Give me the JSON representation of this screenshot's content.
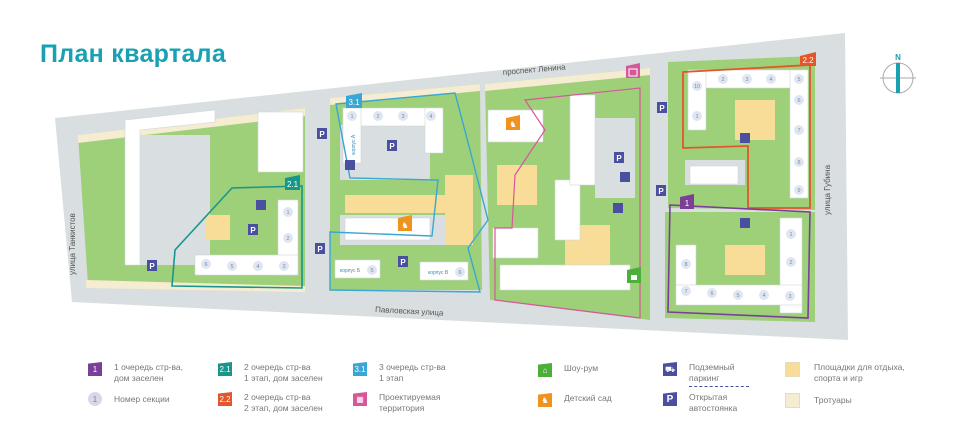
{
  "title": "План квартала",
  "compass": {
    "label": "N"
  },
  "streets": {
    "top": "проспект Ленина",
    "bottom": "Павловская улица",
    "left": "улица Танкистов",
    "right": "улица Губина"
  },
  "badges": {
    "q1": "1",
    "q21": "2.1",
    "q22": "2.2",
    "q31": "3.1"
  },
  "parking_label": "P",
  "sections": {
    "q22": [
      "1",
      "2",
      "3",
      "4",
      "5",
      "6",
      "7",
      "8",
      "9",
      "10"
    ],
    "q21": [
      "1",
      "2",
      "3",
      "4",
      "5",
      "6"
    ],
    "q31": [
      "1",
      "2",
      "3",
      "4"
    ],
    "q1": [
      "1",
      "2",
      "3",
      "4",
      "5",
      "6",
      "7",
      "8"
    ],
    "q31_bottom": [
      "5",
      "6"
    ]
  },
  "korpus": {
    "a": "корпус А",
    "b": "корпус Б",
    "v": "корпус В"
  },
  "colors": {
    "q1": "#7b3f98",
    "q21": "#17978a",
    "q22": "#e2562a",
    "q31": "#3aa6d4",
    "planned": "#d6579a",
    "parking": "#4a4fa0",
    "kindergarten": "#f0921e",
    "showroom": "#4caf3a",
    "green": "#9ed07a",
    "road": "#d9dfe0",
    "playground": "#f7dd97",
    "sidewalk": "#f5ecd2"
  },
  "legend": [
    {
      "icon": "1",
      "text": [
        "1 очередь стр-ва,",
        "дом заселен"
      ]
    },
    {
      "icon": "2.1",
      "text": [
        "2 очередь стр-ва",
        "1 этап, дом заселен"
      ]
    },
    {
      "icon": "3.1",
      "text": [
        "3 очередь стр-ва",
        "1 этап"
      ]
    },
    {
      "icon": "shop-icon",
      "text": [
        "Шоу-рум"
      ]
    },
    {
      "icon": "underground-parking-icon",
      "text": [
        "Подземный",
        "паркинг"
      ]
    },
    {
      "icon": "",
      "text": [
        "Площадки для отдыха,",
        "спорта и игр"
      ]
    },
    {
      "icon": "1",
      "text": [
        "Номер секции"
      ]
    },
    {
      "icon": "2.2",
      "text": [
        "2 очередь стр-ва",
        "2 этап, дом заселен"
      ]
    },
    {
      "icon": "planned-icon",
      "text": [
        "Проектируемая",
        "территория"
      ]
    },
    {
      "icon": "kindergarten-icon",
      "text": [
        "Детский сад"
      ]
    },
    {
      "icon": "P",
      "text": [
        "Открытая",
        "автостоянка"
      ]
    },
    {
      "icon": "",
      "text": [
        "Тротуары"
      ]
    }
  ]
}
